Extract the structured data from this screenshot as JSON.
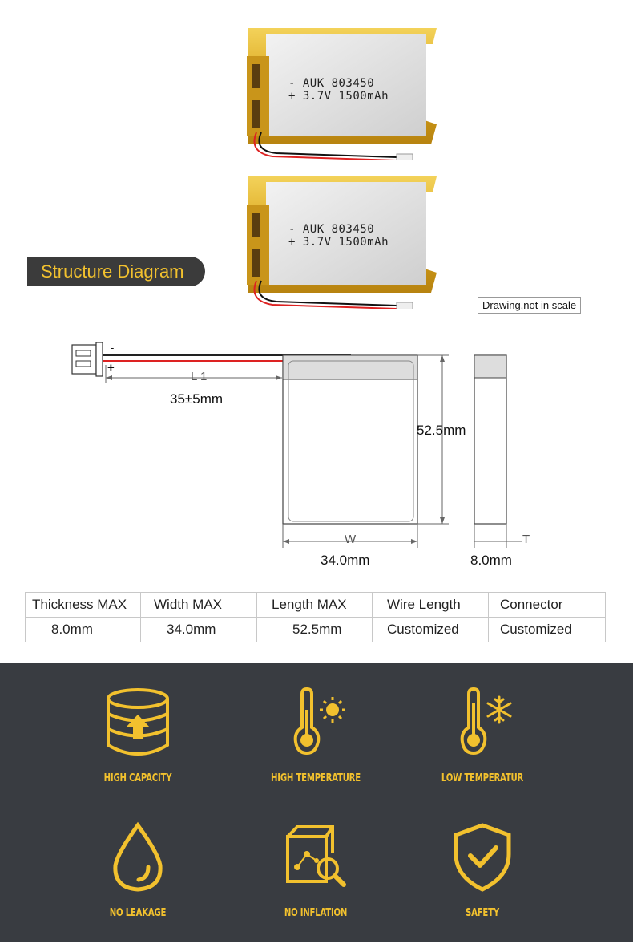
{
  "battery": {
    "label_line1": "- AUK 803450",
    "label_line2": "+ 3.7V 1500mAh"
  },
  "section_title": "Structure Diagram",
  "scale_note": "Drawing,not in scale",
  "diagram": {
    "wire_length": "35±5mm",
    "length": "52.5mm",
    "width": "34.0mm",
    "thickness": "8.0mm",
    "label_L": "L 1",
    "label_W": "W",
    "label_T": "T",
    "pole_neg": "-",
    "pole_pos": "+"
  },
  "spec_table": {
    "headers": [
      "Thickness MAX",
      "Width MAX",
      "Length MAX",
      "Wire Length",
      "Connector"
    ],
    "values": [
      "8.0mm",
      "34.0mm",
      "52.5mm",
      "Customized",
      "Customized"
    ]
  },
  "colors": {
    "accent": "#f2c12e",
    "dark_panel": "#393c41",
    "badge": "#3b3b3b"
  },
  "features": [
    {
      "icon": "database-upload-icon",
      "label": "HIGH CAPACITY"
    },
    {
      "icon": "thermometer-sun-icon",
      "label": "HIGH TEMPERATURE"
    },
    {
      "icon": "thermometer-snowflake-icon",
      "label": "LOW TEMPERATUR"
    },
    {
      "icon": "water-drop-icon",
      "label": "NO LEAKAGE"
    },
    {
      "icon": "box-inspect-icon",
      "label": "NO INFLATION"
    },
    {
      "icon": "shield-check-icon",
      "label": "SAFETY"
    }
  ]
}
